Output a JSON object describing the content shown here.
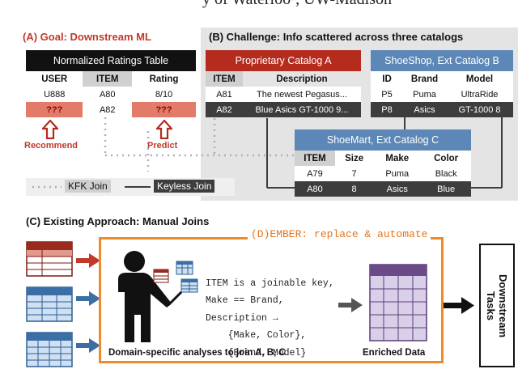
{
  "header_partial": "y of Waterloo³, UW-Madison",
  "section_a": {
    "title": "(A) Goal: Downstream ML"
  },
  "ratings_table": {
    "title": "Normalized Ratings Table",
    "headers": [
      "USER",
      "ITEM",
      "Rating"
    ],
    "rows": [
      [
        "U888",
        "A80",
        "8/10"
      ],
      [
        "???",
        "A82",
        "???"
      ]
    ]
  },
  "labels": {
    "recommend": "Recommend",
    "predict": "Predict"
  },
  "section_b": {
    "title": "(B) Challenge: Info scattered across three catalogs"
  },
  "catalog_a": {
    "title": "Proprietary Catalog A",
    "headers": [
      "ITEM",
      "Description"
    ],
    "rows": [
      [
        "A81",
        "The newest Pegasus..."
      ],
      [
        "A82",
        "Blue Asics GT-1000 9..."
      ]
    ]
  },
  "catalog_b": {
    "title": "ShoeShop, Ext Catalog B",
    "headers": [
      "ID",
      "Brand",
      "Model"
    ],
    "rows": [
      [
        "P5",
        "Puma",
        "UltraRide"
      ],
      [
        "P8",
        "Asics",
        "GT-1000 8"
      ]
    ]
  },
  "catalog_c": {
    "title": "ShoeMart, Ext Catalog C",
    "headers": [
      "ITEM",
      "Size",
      "Make",
      "Color"
    ],
    "rows": [
      [
        "A79",
        "7",
        "Puma",
        "Black"
      ],
      [
        "A80",
        "8",
        "Asics",
        "Blue"
      ]
    ]
  },
  "legend": {
    "kfk": "KFK Join",
    "keyless": "Keyless Join"
  },
  "section_c": {
    "title": "(C) Existing Approach: Manual Joins"
  },
  "ember": {
    "title": "(D)EMBER: replace & automate"
  },
  "analysis": {
    "lines": [
      "ITEM is a joinable key,",
      "Make == Brand,",
      "Description →",
      "    {Make, Color},",
      "    {Brand, Model}"
    ],
    "caption": "Domain-specific analyses to join A, B, C"
  },
  "enriched": {
    "caption": "Enriched Data"
  },
  "downstream": {
    "label": "Downstream\nTasks"
  },
  "colors": {
    "red": "#b52c1f",
    "blue": "#5c87b7",
    "orange": "#ee8a2a",
    "dark": "#3d3d3d"
  }
}
